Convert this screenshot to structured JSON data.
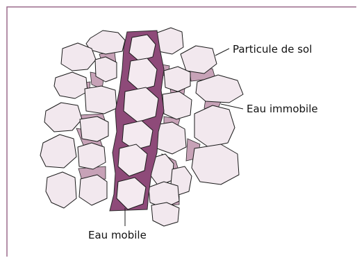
{
  "labels": {
    "soil_particle": "Particule de sol",
    "immobile_water": "Eau immobile",
    "mobile_water": "Eau mobile"
  },
  "colors": {
    "frame": "#9b6a8c",
    "particle_fill": "#f2e8ee",
    "immobile_water": "#c7a2b7",
    "mobile_water": "#8e4a79"
  }
}
